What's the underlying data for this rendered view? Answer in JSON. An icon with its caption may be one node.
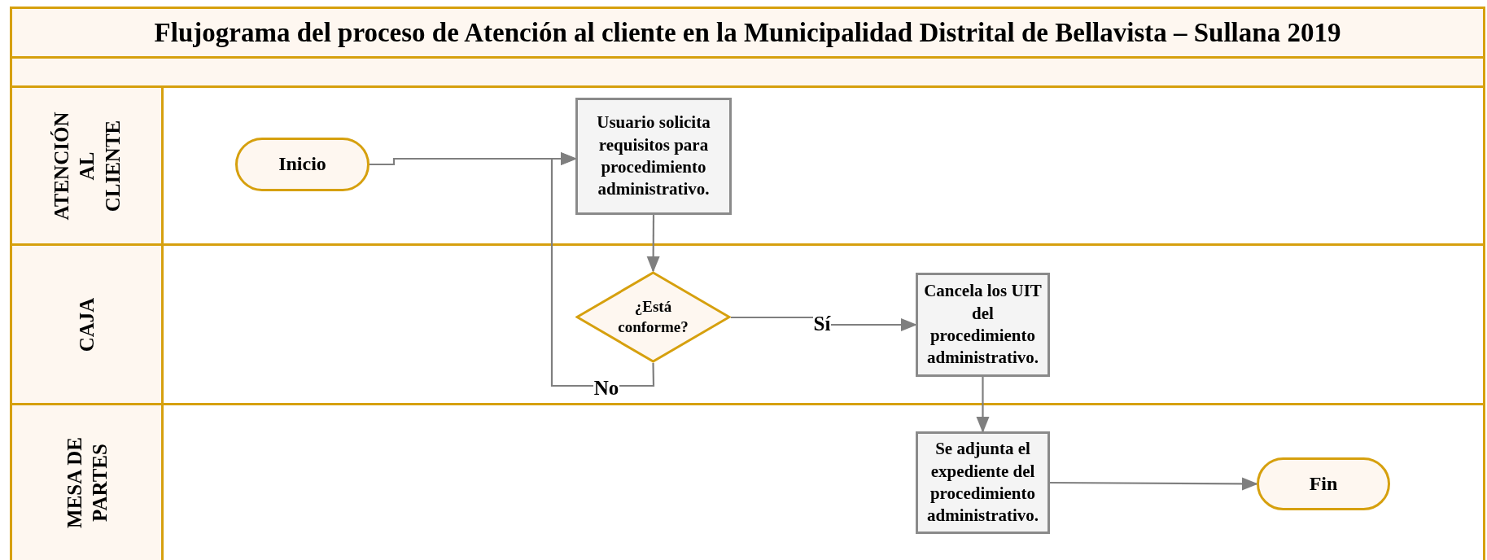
{
  "diagram": {
    "title": "Flujograma del proceso de Atención al cliente en la Municipalidad Distrital de Bellavista – Sullana 2019",
    "nodes": [
      {
        "text": [
          "ATENCIÓN AL CLIENTE"
        ]
      },
      {
        "text": [
          "CAJA"
        ]
      },
      {
        "text": [
          "MESA DE PARTES"
        ]
      },
      {
        "text": [
          "Inicio"
        ],
        "in": 0
      },
      {
        "text": [
          "Usuario solicita requisitos para procedimiento administrativo."
        ],
        "in": 0
      },
      {
        "text": [
          "¿Está conforme?"
        ],
        "in": 1
      },
      {
        "text": [
          "Cancela los UIT del procedimiento administrativo."
        ],
        "in": 1
      },
      {
        "text": [
          "Se adjunta el expediente del procedimiento administrativo."
        ],
        "in": 2
      },
      {
        "text": [
          "Fin"
        ],
        "in": 2
      }
    ],
    "edges": [
      {
        "from": 3,
        "to": 4,
        "arrow": "to"
      },
      {
        "from": 4,
        "to": 5,
        "arrow": "to"
      },
      {
        "from": 5,
        "to": 6,
        "arrow": "to",
        "label": "Sí"
      },
      {
        "from": 5,
        "to": 4,
        "arrow": "to",
        "label": "No"
      },
      {
        "from": 6,
        "to": 7,
        "arrow": "to"
      },
      {
        "from": 7,
        "to": 8,
        "arrow": "to"
      }
    ]
  }
}
